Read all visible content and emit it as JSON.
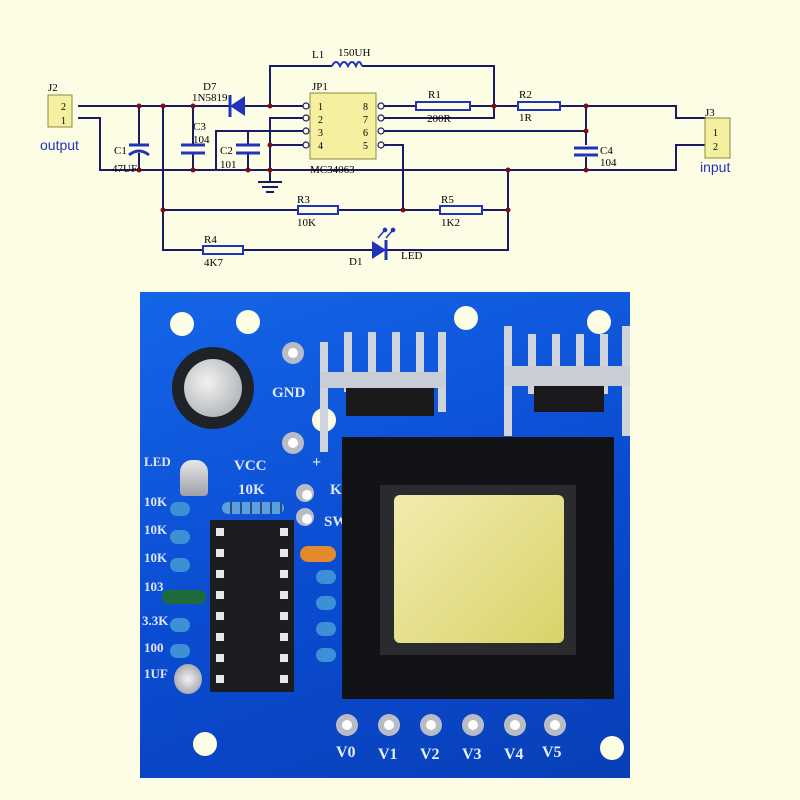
{
  "schematic": {
    "connectors": {
      "j2": {
        "ref": "J2",
        "pins": [
          "2",
          "1"
        ],
        "label": "output"
      },
      "j3": {
        "ref": "J3",
        "pins": [
          "1",
          "2"
        ],
        "label": "input"
      }
    },
    "ic": {
      "ref": "JP1",
      "part": "MC34063",
      "pins_left": [
        "1",
        "2",
        "3",
        "4"
      ],
      "pins_right": [
        "8",
        "7",
        "6",
        "5"
      ]
    },
    "components": {
      "l1": {
        "ref": "L1",
        "value": "150UH"
      },
      "d7": {
        "ref": "D7",
        "value": "1N5819"
      },
      "c1": {
        "ref": "C1",
        "value": "47UF"
      },
      "c2": {
        "ref": "C2",
        "value": "101"
      },
      "c3": {
        "ref": "C3",
        "value": "104"
      },
      "c4": {
        "ref": "C4",
        "value": "104"
      },
      "r1": {
        "ref": "R1",
        "value": "200R"
      },
      "r2": {
        "ref": "R2",
        "value": "1R"
      },
      "r3": {
        "ref": "R3",
        "value": "10K"
      },
      "r4": {
        "ref": "R4",
        "value": "4K7"
      },
      "r5": {
        "ref": "R5",
        "value": "1K2"
      },
      "d1": {
        "ref": "D1",
        "value": "LED"
      }
    },
    "colors": {
      "wire": "#1a1a66",
      "component": "#2233bb",
      "node": "#7a1010",
      "connector_fill": "#f4f0a0"
    }
  },
  "board": {
    "silkscreen": {
      "gnd": "GND",
      "vcc": "VCC",
      "plus": "+",
      "top_resistor": "10K",
      "k": "K",
      "sw": "SW",
      "left_labels": [
        "LED",
        "10K",
        "10K",
        "10K",
        "103",
        "3.3K",
        "100",
        "1UF"
      ]
    },
    "outputs": [
      "V0",
      "V1",
      "V2",
      "V3",
      "V4",
      "V5"
    ],
    "colors": {
      "pcb": "#0a4fd6",
      "transformer_tape": "#e8e48a",
      "core": "#1c1c1c"
    }
  }
}
